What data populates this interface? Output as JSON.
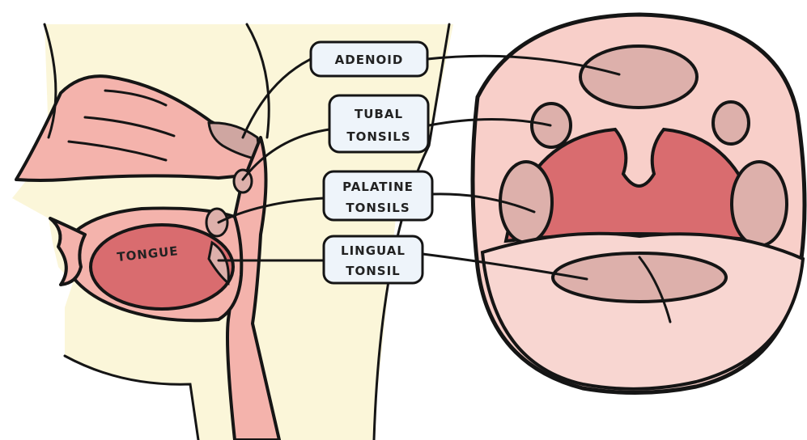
{
  "labels": {
    "adenoid": "ADENOID",
    "tubal_line1": "TUBAL",
    "tubal_line2": "TONSILS",
    "palatine_line1": "PALATINE",
    "palatine_line2": "TONSILS",
    "lingual_line1": "LINGUAL",
    "lingual_line2": "TONSIL",
    "tongue": "TONGUE"
  },
  "colors": {
    "skin": "#fbf6d9",
    "tissue": "#f4b3ac",
    "tissue_light": "#f8cfc9",
    "tongue": "#d96c6f",
    "tonsil": "#ddb0ab",
    "label_box": "#eef4fa",
    "outline": "#151515"
  }
}
